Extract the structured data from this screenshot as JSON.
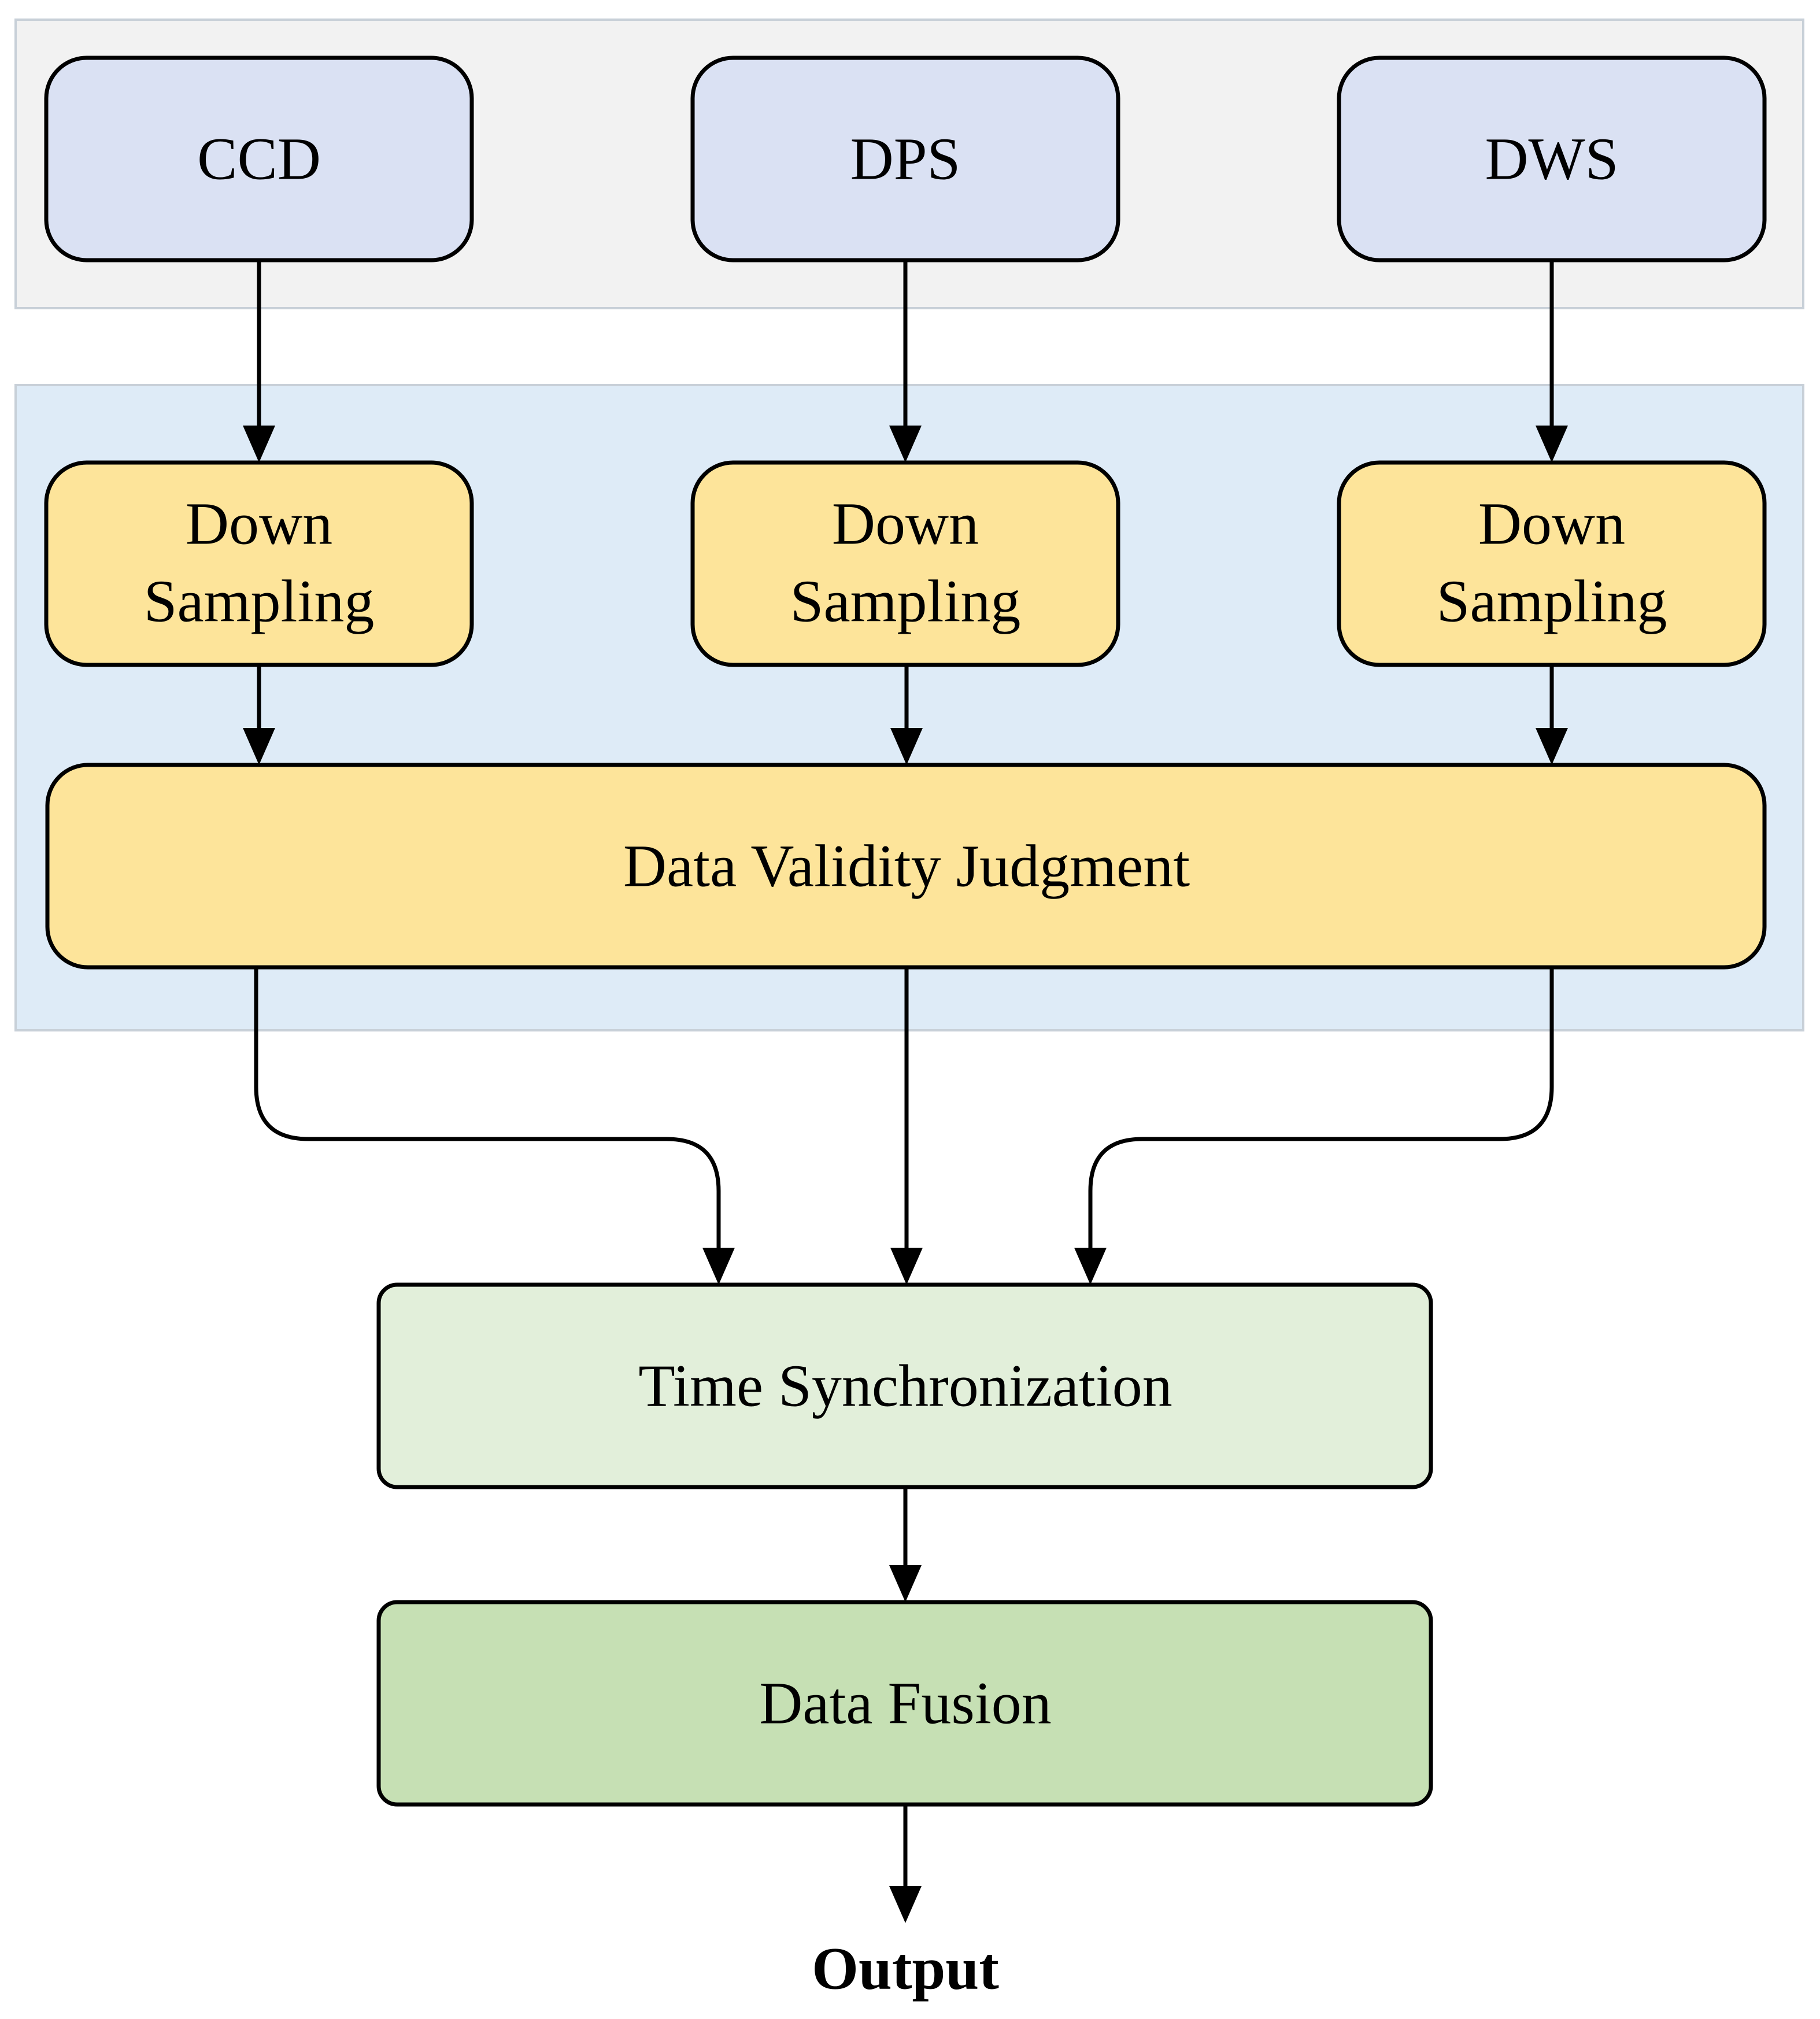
{
  "colors": {
    "sensor_panel": "#f2f2f2",
    "processing_panel": "#deebf7",
    "sensor_node": "#dae1f3",
    "processing_node": "#fde49a",
    "sync_node": "#e2efda",
    "fusion_node": "#c6e0b4"
  },
  "nodes": {
    "ccd": {
      "label": "CCD"
    },
    "dps": {
      "label": "DPS"
    },
    "dws": {
      "label": "DWS"
    },
    "down_sampling_1": {
      "line1": "Down",
      "line2": "Sampling"
    },
    "down_sampling_2": {
      "line1": "Down",
      "line2": "Sampling"
    },
    "down_sampling_3": {
      "line1": "Down",
      "line2": "Sampling"
    },
    "validity": {
      "label": "Data Validity Judgment"
    },
    "time_sync": {
      "label": "Time Synchronization"
    },
    "fusion": {
      "label": "Data Fusion"
    },
    "output": {
      "label": "Output"
    }
  },
  "edges": [
    {
      "from": "ccd",
      "to": "down_sampling_1"
    },
    {
      "from": "dps",
      "to": "down_sampling_2"
    },
    {
      "from": "dws",
      "to": "down_sampling_3"
    },
    {
      "from": "down_sampling_1",
      "to": "validity"
    },
    {
      "from": "down_sampling_2",
      "to": "validity"
    },
    {
      "from": "down_sampling_3",
      "to": "validity"
    },
    {
      "from": "validity",
      "to": "time_sync"
    },
    {
      "from": "validity",
      "to": "time_sync"
    },
    {
      "from": "validity",
      "to": "time_sync"
    },
    {
      "from": "time_sync",
      "to": "fusion"
    },
    {
      "from": "fusion",
      "to": "output"
    }
  ]
}
